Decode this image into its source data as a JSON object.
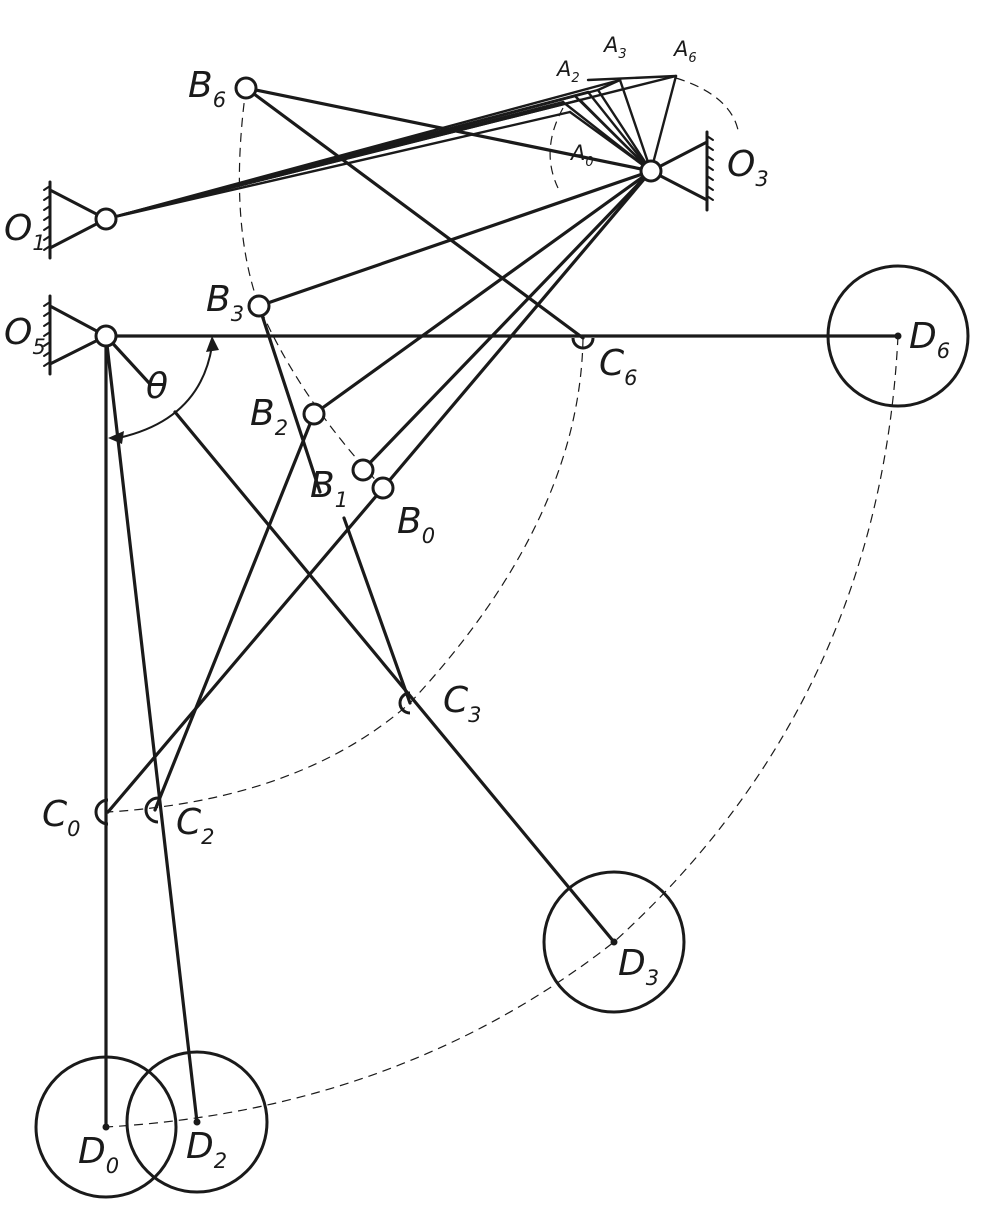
{
  "labels": {
    "O1": {
      "main": "O",
      "sub": "1"
    },
    "O3": {
      "main": "O",
      "sub": "3"
    },
    "O5": {
      "main": "O",
      "sub": "5"
    },
    "B6": {
      "main": "B",
      "sub": "6"
    },
    "B3": {
      "main": "B",
      "sub": "3"
    },
    "B2": {
      "main": "B",
      "sub": "2"
    },
    "B1": {
      "main": "B",
      "sub": "1"
    },
    "B0": {
      "main": "B",
      "sub": "0"
    },
    "A2": {
      "main": "A",
      "sub": "2"
    },
    "A3": {
      "main": "A",
      "sub": "3"
    },
    "A6": {
      "main": "A",
      "sub": "6"
    },
    "A0": {
      "main": "A",
      "sub": "0"
    },
    "C6": {
      "main": "C",
      "sub": "6"
    },
    "C3": {
      "main": "C",
      "sub": "3"
    },
    "C0": {
      "main": "C",
      "sub": "0"
    },
    "C2": {
      "main": "C",
      "sub": "2"
    },
    "D6": {
      "main": "D",
      "sub": "6"
    },
    "D3": {
      "main": "D",
      "sub": "3"
    },
    "D0": {
      "main": "D",
      "sub": "0"
    },
    "D2": {
      "main": "D",
      "sub": "2"
    },
    "theta": "θ"
  },
  "colors": {
    "line": "#1a1a1a",
    "background": "#ffffff"
  }
}
